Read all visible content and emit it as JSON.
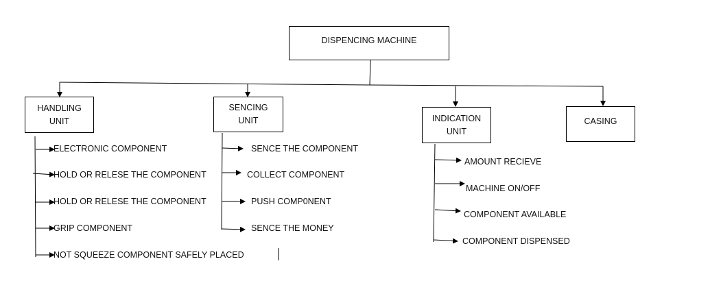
{
  "root": {
    "label": "DISPENCING MACHINE"
  },
  "units": {
    "handling": {
      "line1": "HANDLING",
      "line2": "UNIT",
      "items": [
        "ELECTRONIC COMPONENT",
        "HOLD OR RELESE THE COMPONENT",
        "HOLD OR RELESE THE COMPONENT",
        "GRIP COMPONENT",
        "NOT SQUEEZE COMPONENT SAFELY PLACED"
      ]
    },
    "sencing": {
      "line1": "SENCING",
      "line2": "UNIT",
      "items": [
        "SENCE THE COMPONENT",
        "COLLECT COMPONENT",
        "PUSH COMP0NENT",
        "SENCE THE MONEY"
      ]
    },
    "indication": {
      "line1": "INDICATION",
      "line2": "UNIT",
      "items": [
        "AMOUNT RECIEVE",
        "MACHINE ON/OFF",
        "COMPONENT AVAILABLE",
        "COMPONENT DISPENSED"
      ]
    },
    "casing": {
      "label": "CASING"
    }
  },
  "colors": {
    "line": "#000000",
    "background": "#ffffff"
  }
}
